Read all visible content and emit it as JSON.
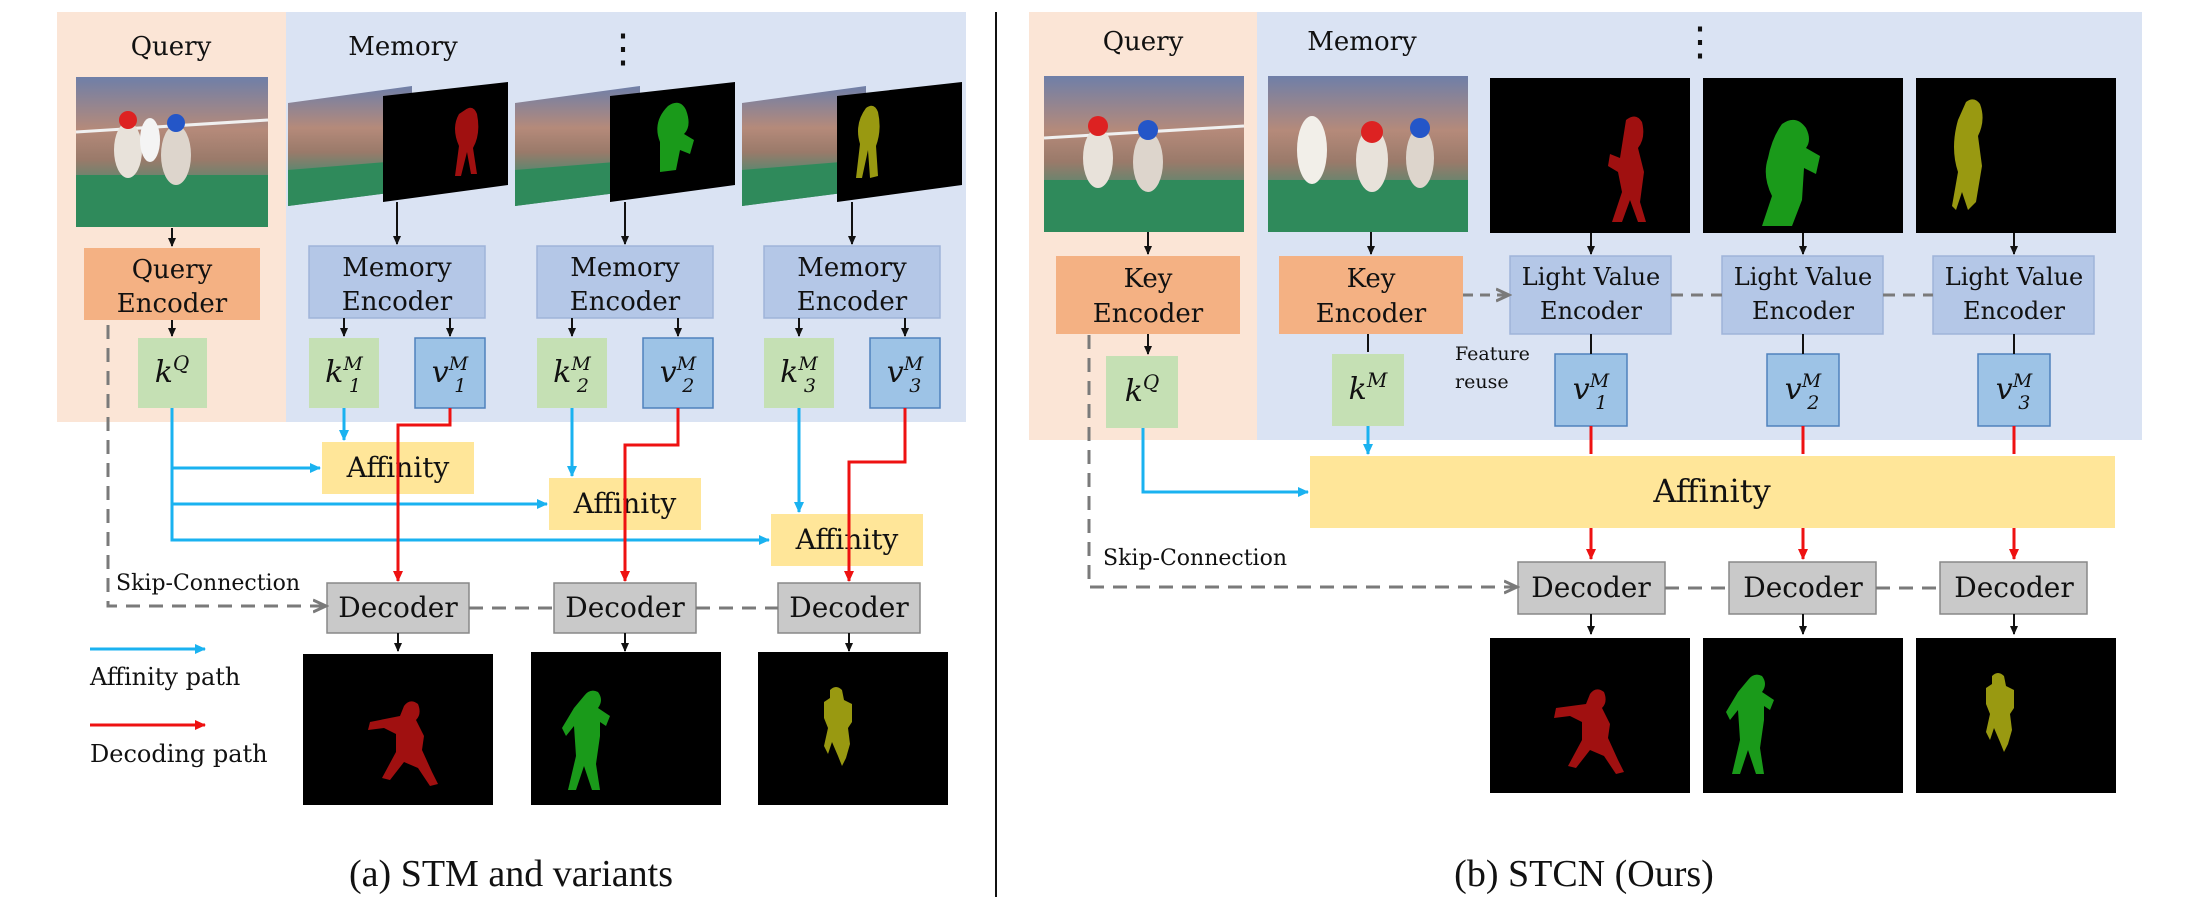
{
  "colors": {
    "query_bg": "#fbe5d6",
    "memory_bg": "#dae3f3",
    "orange_box": "#f4b183",
    "blue_box": "#b4c7e7",
    "key_box": "#c5e0b4",
    "value_box": "#9dc3e6",
    "affinity_box": "#ffe699",
    "decoder_box": "#c9c9c9",
    "affinity_arrow": "#1ab2f0",
    "decoding_arrow": "#ee1111",
    "skip_arrow": "#7a7a7a",
    "mask_red": "#a01010",
    "mask_green": "#1a9a1a",
    "mask_olive": "#999911"
  },
  "left": {
    "query_title": "Query",
    "memory_title": "Memory",
    "query_encoder": [
      "Query",
      "Encoder"
    ],
    "memory_encoder": [
      "Memory",
      "Encoder"
    ],
    "key_q": "k",
    "key_q_sup": "Q",
    "keys": [
      {
        "base": "k",
        "sup": "M",
        "sub": "1"
      },
      {
        "base": "k",
        "sup": "M",
        "sub": "2"
      },
      {
        "base": "k",
        "sup": "M",
        "sub": "3"
      }
    ],
    "values": [
      {
        "base": "v",
        "sup": "M",
        "sub": "1"
      },
      {
        "base": "v",
        "sup": "M",
        "sub": "2"
      },
      {
        "base": "v",
        "sup": "M",
        "sub": "3"
      }
    ],
    "affinity": "Affinity",
    "decoder": "Decoder",
    "skip_connection": "Skip-Connection",
    "legend_affinity": "Affinity path",
    "legend_decoding": "Decoding path",
    "caption": "(a) STM and variants"
  },
  "right": {
    "query_title": "Query",
    "memory_title": "Memory",
    "key_encoder": [
      "Key",
      "Encoder"
    ],
    "light_value_encoder": [
      "Light Value",
      "Encoder"
    ],
    "key_q": "k",
    "key_q_sup": "Q",
    "key_m": "k",
    "key_m_sup": "M",
    "values": [
      {
        "base": "v",
        "sup": "M",
        "sub": "1"
      },
      {
        "base": "v",
        "sup": "M",
        "sub": "2"
      },
      {
        "base": "v",
        "sup": "M",
        "sub": "3"
      }
    ],
    "feature_reuse": [
      "Feature",
      "reuse"
    ],
    "affinity": "Affinity",
    "decoder": "Decoder",
    "skip_connection": "Skip-Connection",
    "caption": "(b) STCN (Ours)"
  },
  "ellipsis": "⋮"
}
